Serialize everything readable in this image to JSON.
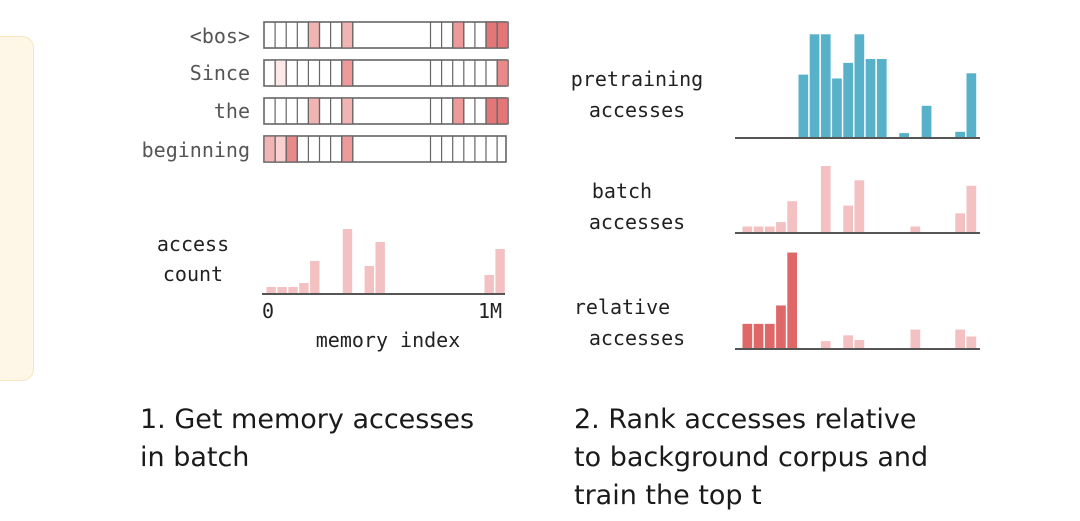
{
  "left": {
    "tokens": [
      "<bos>",
      "Since",
      "the",
      "beginning"
    ],
    "memory_rows": [
      [
        0,
        0,
        0,
        0,
        3,
        0,
        0,
        3,
        0,
        0,
        0,
        0,
        0,
        0,
        0,
        0,
        0,
        4,
        0,
        0,
        6,
        6
      ],
      [
        0,
        1,
        0,
        0,
        0,
        0,
        0,
        4,
        0,
        0,
        0,
        0,
        0,
        0,
        0,
        0,
        0,
        0,
        0,
        0,
        0,
        5
      ],
      [
        0,
        0,
        0,
        0,
        3,
        0,
        0,
        3,
        0,
        0,
        0,
        0,
        0,
        0,
        0,
        0,
        0,
        4,
        0,
        0,
        6,
        6
      ],
      [
        3,
        2,
        5,
        0,
        0,
        0,
        0,
        4,
        0,
        0,
        0,
        0,
        0,
        0,
        0,
        0,
        0,
        0,
        0,
        0,
        0,
        0
      ]
    ],
    "access_label": [
      "access",
      "count"
    ],
    "access_counts": [
      0.6,
      0.6,
      0.6,
      1,
      3.2,
      0,
      0,
      6.4,
      0,
      2.7,
      5.1,
      0,
      0,
      0,
      0,
      0,
      0,
      0,
      0,
      0,
      1.8,
      4.4
    ],
    "x_min_label": "0",
    "x_max_label": "1M",
    "xlabel": "memory index",
    "caption": [
      "1. Get memory accesses",
      "in batch"
    ]
  },
  "right": {
    "pretraining_label": [
      "pretraining",
      "accesses"
    ],
    "pretraining_values": [
      0,
      0,
      0,
      0,
      0,
      4.8,
      7.9,
      7.9,
      4.5,
      5.7,
      7.9,
      6.0,
      6.0,
      0,
      0.3,
      0,
      2.4,
      0,
      0,
      0.4,
      4.9
    ],
    "batch_label": [
      "batch",
      "accesses"
    ],
    "batch_values": [
      0.5,
      0.5,
      0.5,
      0.9,
      2.8,
      0,
      0,
      6.0,
      0,
      2.4,
      4.7,
      0,
      0,
      0,
      0,
      0.5,
      0,
      0,
      0,
      1.7,
      4.2
    ],
    "relative_label": [
      "relative",
      "accesses"
    ],
    "relative_values": [
      2.1,
      2.1,
      2.1,
      3.7,
      8.3,
      0,
      0,
      0.6,
      0,
      1.1,
      0.7,
      0,
      0,
      0,
      0,
      1.6,
      0,
      0,
      0,
      1.6,
      1.0
    ],
    "caption": [
      "2. Rank accesses relative",
      "to background corpus and",
      "train the top t"
    ]
  },
  "colors": {
    "text": "#3a3a3a",
    "light_red": "#f3c1c1",
    "mid_red": "#ee8f8f",
    "strong_red": "#e06767",
    "blue": "#57b1c8",
    "axis": "#555555"
  }
}
